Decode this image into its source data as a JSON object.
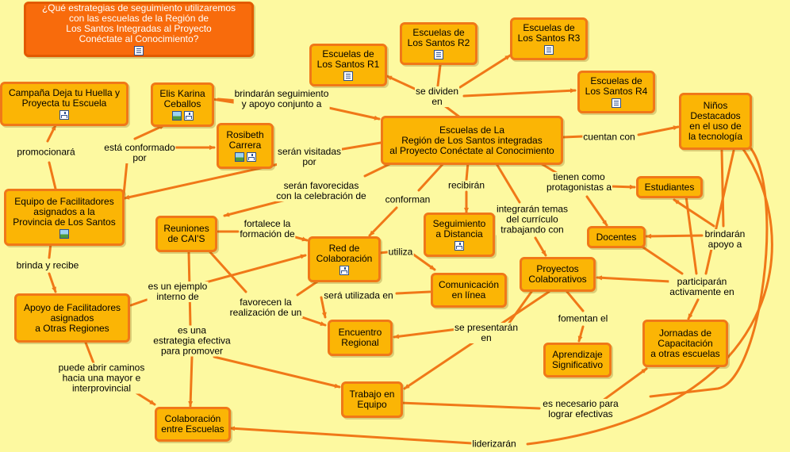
{
  "colors": {
    "background": "#fdf9a0",
    "node_fill": "#fbb505",
    "node_border": "#f07818",
    "question_fill": "#f86b0c",
    "edge": "#f07818"
  },
  "nodes": {
    "question": {
      "text": "¿Qué estrategias de seguimiento utilizaremos\ncon las escuelas de la Región de\nLos Santos Integradas al Proyecto\nConéctate al Conocimiento?",
      "icons": [
        "doc"
      ]
    },
    "r1": {
      "text": "Escuelas de\nLos Santos R1",
      "icons": [
        "doc"
      ]
    },
    "r2": {
      "text": "Escuelas de\nLos Santos R2",
      "icons": [
        "doc"
      ]
    },
    "r3": {
      "text": "Escuelas de\nLos Santos R3",
      "icons": [
        "doc"
      ]
    },
    "r4": {
      "text": "Escuelas de\nLos Santos R4",
      "icons": [
        "doc"
      ]
    },
    "campana": {
      "text": "Campaña Deja tu Huella y\nProyecta tu Escuela",
      "icons": [
        "map"
      ]
    },
    "elis": {
      "text": "Elis Karina\nCeballos",
      "icons": [
        "img",
        "map"
      ]
    },
    "rosibeth": {
      "text": "Rosibeth\nCarrera",
      "icons": [
        "img",
        "map"
      ]
    },
    "central": {
      "text": "Escuelas de La\nRegión de Los Santos integradas\nal Proyecto Conéctate al Conocimiento",
      "icons": []
    },
    "ninos": {
      "text": "Niños\nDestacados\nen el uso de\nla tecnología",
      "icons": []
    },
    "equipo": {
      "text": "Equipo de Facilitadores\nasignados a la\nProvincia de Los Santos",
      "icons": [
        "img"
      ]
    },
    "reuniones": {
      "text": "Reuniones\nde CAI'S",
      "icons": []
    },
    "red": {
      "text": "Red de\nColaboración",
      "icons": [
        "map"
      ]
    },
    "seguimiento": {
      "text": "Seguimiento\na Distancia",
      "icons": [
        "map"
      ]
    },
    "estudiantes": {
      "text": "Estudiantes",
      "icons": []
    },
    "docentes": {
      "text": "Docentes",
      "icons": []
    },
    "apoyo": {
      "text": "Apoyo de Facilitadores\nasignados\na Otras Regiones",
      "icons": []
    },
    "comunicacion": {
      "text": "Comunicación\nen línea",
      "icons": []
    },
    "proyectos": {
      "text": "Proyectos\nColaborativos",
      "icons": []
    },
    "encuentro": {
      "text": "Encuentro\nRegional",
      "icons": []
    },
    "aprendizaje": {
      "text": "Aprendizaje\nSignificativo",
      "icons": []
    },
    "jornadas": {
      "text": "Jornadas de\nCapacitación\na otras escuelas",
      "icons": []
    },
    "trabajo": {
      "text": "Trabajo en\nEquipo",
      "icons": []
    },
    "colaboracion": {
      "text": "Colaboración\nentre Escuelas",
      "icons": []
    }
  },
  "links": {
    "brindaran_seguimiento": "brindarán seguimiento\ny apoyo conjunto a",
    "se_dividen": "se dividen\nen",
    "cuentan_con": "cuentan con",
    "promocionara": "promocionará",
    "esta_conformado": "está conformado\npor",
    "seran_visitadas": "serán visitadas\npor",
    "seran_favorecidas": "serán favorecidas\ncon la celebración de",
    "conforman": "conforman",
    "recibiran": "recibirán",
    "tienen_como": "tienen como\nprotagonistas a",
    "integraran": "integrarán temas\ndel currículo\ntrabajando con",
    "fortalece": "fortalece la\nformación de",
    "utiliza": "utiliza",
    "brindaran_apoyo": "brindarán\napoyo a",
    "brinda_recibe": "brinda y recibe",
    "ejemplo": "es un ejemplo\ninterno de",
    "favorecen": "favorecen la\nrealización de un",
    "sera_utilizada": "será utilizada en",
    "participaran": "participarán\nactivamente en",
    "fomentan": "fomentan el",
    "se_presentaran": "se presentarán\nen",
    "estrategia": "es una\nestrategia efectiva\npara promover",
    "puede_abrir": "puede abrir caminos\nhacia una mayor e\ninterprovincial",
    "es_necesario": "es necesario para\nlograr efectivas",
    "lideriza": "liderizarán"
  }
}
